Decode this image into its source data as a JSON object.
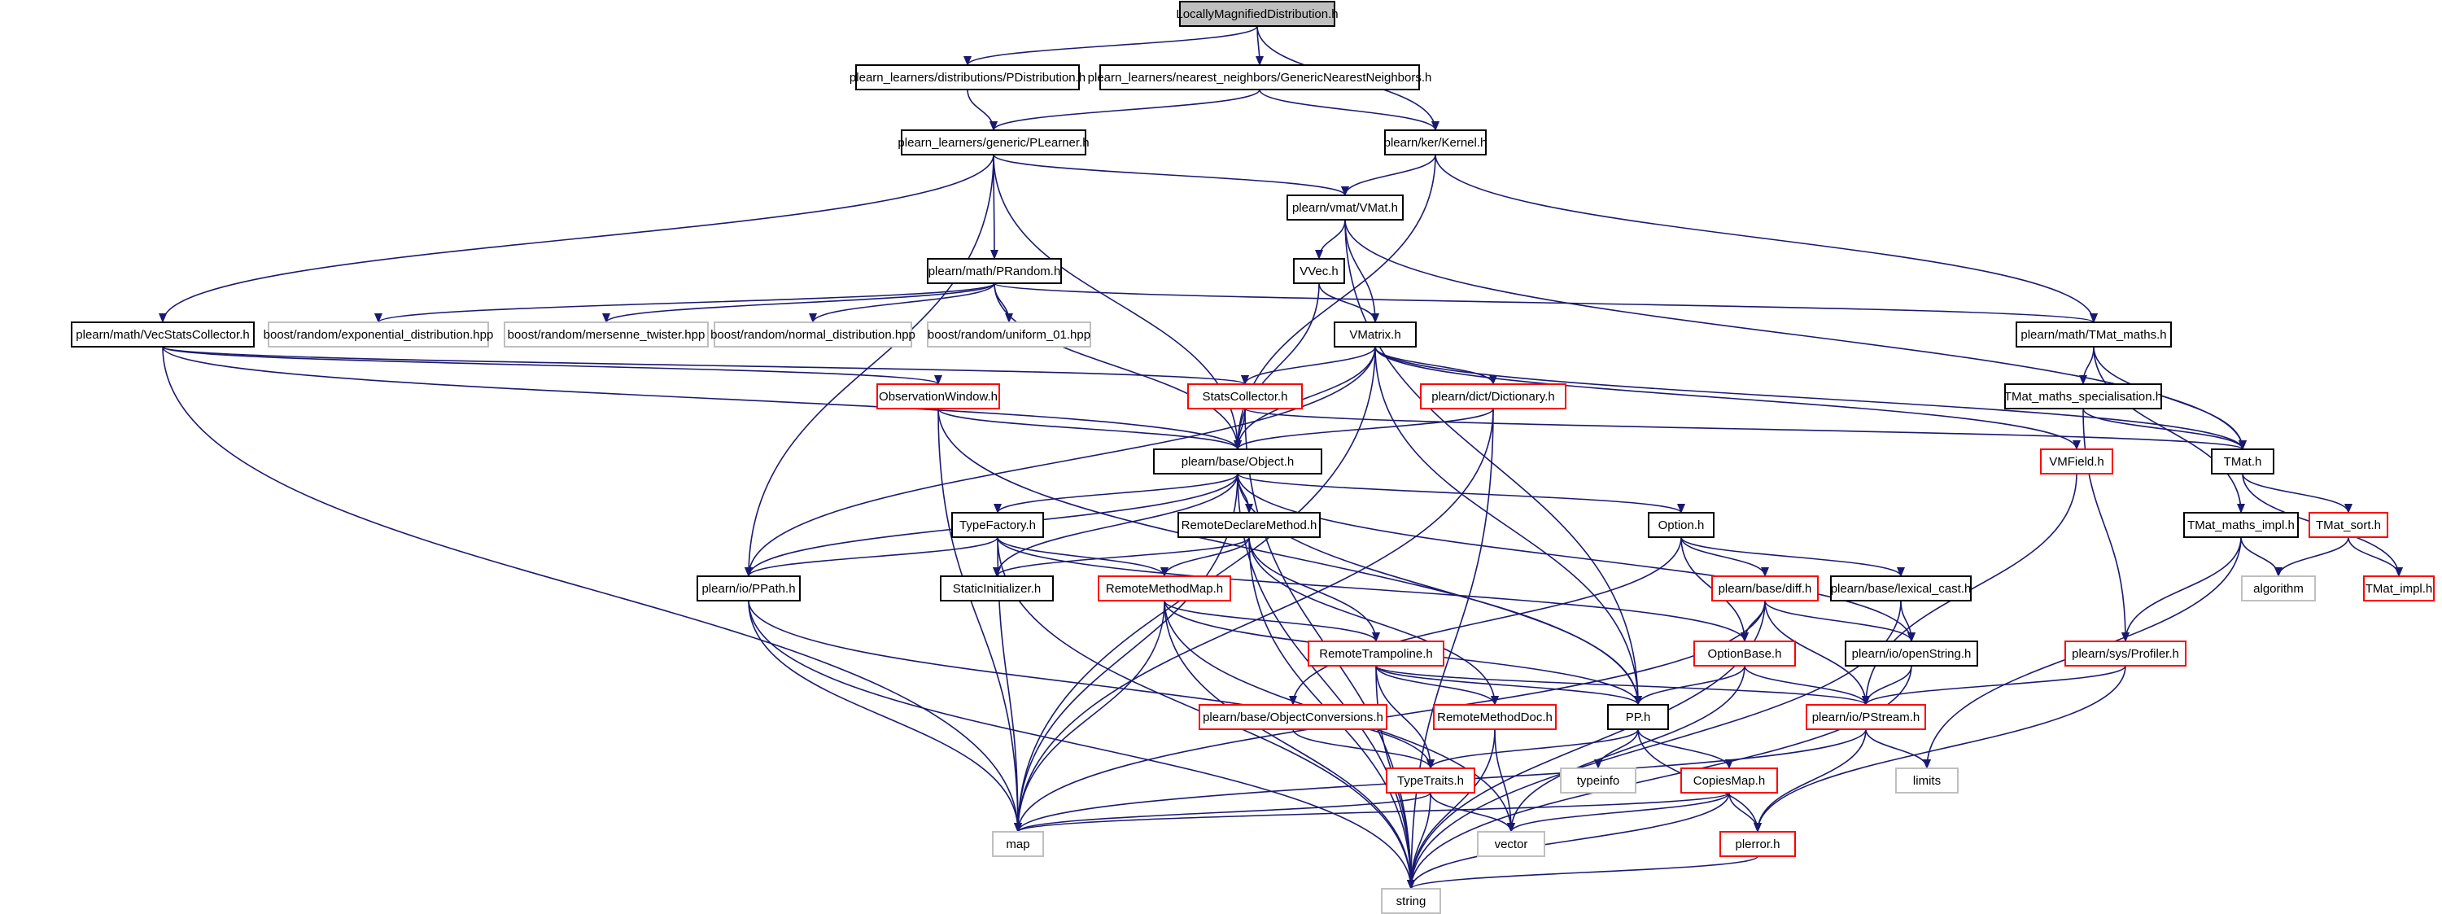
{
  "graph": {
    "colors": {
      "edge": "#191970",
      "normal": "#000000",
      "truncated": "#ff0000",
      "system": "#bfbfbf",
      "root_fill": "#bfbfbf"
    },
    "nodes": [
      {
        "id": "root",
        "label": "LocallyMagnifiedDistribution.h",
        "kind": "root"
      },
      {
        "id": "pdist",
        "label": "plearn_learners/distributions/PDistribution.h",
        "kind": "normal"
      },
      {
        "id": "gnn",
        "label": "plearn_learners/nearest_neighbors/GenericNearestNeighbors.h",
        "kind": "normal"
      },
      {
        "id": "plearner",
        "label": "plearn_learners/generic/PLearner.h",
        "kind": "normal"
      },
      {
        "id": "kernel",
        "label": "plearn/ker/Kernel.h",
        "kind": "normal"
      },
      {
        "id": "vmat",
        "label": "plearn/vmat/VMat.h",
        "kind": "normal"
      },
      {
        "id": "prandom",
        "label": "plearn/math/PRandom.h",
        "kind": "normal"
      },
      {
        "id": "vvec",
        "label": "VVec.h",
        "kind": "normal"
      },
      {
        "id": "vecstats",
        "label": "plearn/math/VecStatsCollector.h",
        "kind": "normal"
      },
      {
        "id": "expdist",
        "label": "boost/random/exponential_distribution.hpp",
        "kind": "system"
      },
      {
        "id": "mersenne",
        "label": "boost/random/mersenne_twister.hpp",
        "kind": "system"
      },
      {
        "id": "normdist",
        "label": "boost/random/normal_distribution.hpp",
        "kind": "system"
      },
      {
        "id": "unif",
        "label": "boost/random/uniform_01.hpp",
        "kind": "system"
      },
      {
        "id": "vmatrix",
        "label": "VMatrix.h",
        "kind": "normal"
      },
      {
        "id": "tmatmaths",
        "label": "plearn/math/TMat_maths.h",
        "kind": "normal"
      },
      {
        "id": "obswin",
        "label": "ObservationWindow.h",
        "kind": "truncated"
      },
      {
        "id": "statscoll",
        "label": "StatsCollector.h",
        "kind": "truncated"
      },
      {
        "id": "dict",
        "label": "plearn/dict/Dictionary.h",
        "kind": "truncated"
      },
      {
        "id": "tmmspec",
        "label": "TMat_maths_specialisation.h",
        "kind": "normal"
      },
      {
        "id": "object",
        "label": "plearn/base/Object.h",
        "kind": "normal"
      },
      {
        "id": "vmfield",
        "label": "VMField.h",
        "kind": "truncated"
      },
      {
        "id": "tmat",
        "label": "TMat.h",
        "kind": "normal"
      },
      {
        "id": "typefactory",
        "label": "TypeFactory.h",
        "kind": "normal"
      },
      {
        "id": "rdm",
        "label": "RemoteDeclareMethod.h",
        "kind": "normal"
      },
      {
        "id": "option",
        "label": "Option.h",
        "kind": "normal"
      },
      {
        "id": "tmmimpl",
        "label": "TMat_maths_impl.h",
        "kind": "normal"
      },
      {
        "id": "tmatsort",
        "label": "TMat_sort.h",
        "kind": "truncated"
      },
      {
        "id": "ppath",
        "label": "plearn/io/PPath.h",
        "kind": "normal"
      },
      {
        "id": "staticinit",
        "label": "StaticInitializer.h",
        "kind": "normal"
      },
      {
        "id": "rmm",
        "label": "RemoteMethodMap.h",
        "kind": "truncated"
      },
      {
        "id": "diff",
        "label": "plearn/base/diff.h",
        "kind": "truncated"
      },
      {
        "id": "lexcast",
        "label": "plearn/base/lexical_cast.h",
        "kind": "normal"
      },
      {
        "id": "algorithm",
        "label": "algorithm",
        "kind": "system"
      },
      {
        "id": "tmatimpl",
        "label": "TMat_impl.h",
        "kind": "truncated"
      },
      {
        "id": "rtramp",
        "label": "RemoteTrampoline.h",
        "kind": "truncated"
      },
      {
        "id": "optionbase",
        "label": "OptionBase.h",
        "kind": "truncated"
      },
      {
        "id": "openstring",
        "label": "plearn/io/openString.h",
        "kind": "normal"
      },
      {
        "id": "profiler",
        "label": "plearn/sys/Profiler.h",
        "kind": "truncated"
      },
      {
        "id": "objconv",
        "label": "plearn/base/ObjectConversions.h",
        "kind": "truncated"
      },
      {
        "id": "rmdoc",
        "label": "RemoteMethodDoc.h",
        "kind": "truncated"
      },
      {
        "id": "pp",
        "label": "PP.h",
        "kind": "normal"
      },
      {
        "id": "pstream",
        "label": "plearn/io/PStream.h",
        "kind": "truncated"
      },
      {
        "id": "typetraits",
        "label": "TypeTraits.h",
        "kind": "truncated"
      },
      {
        "id": "typeinfo",
        "label": "typeinfo",
        "kind": "system"
      },
      {
        "id": "copiesmap",
        "label": "CopiesMap.h",
        "kind": "truncated"
      },
      {
        "id": "limits",
        "label": "limits",
        "kind": "system"
      },
      {
        "id": "map",
        "label": "map",
        "kind": "system"
      },
      {
        "id": "vector",
        "label": "vector",
        "kind": "system"
      },
      {
        "id": "plerror",
        "label": "plerror.h",
        "kind": "truncated"
      },
      {
        "id": "string",
        "label": "string",
        "kind": "system"
      }
    ]
  }
}
